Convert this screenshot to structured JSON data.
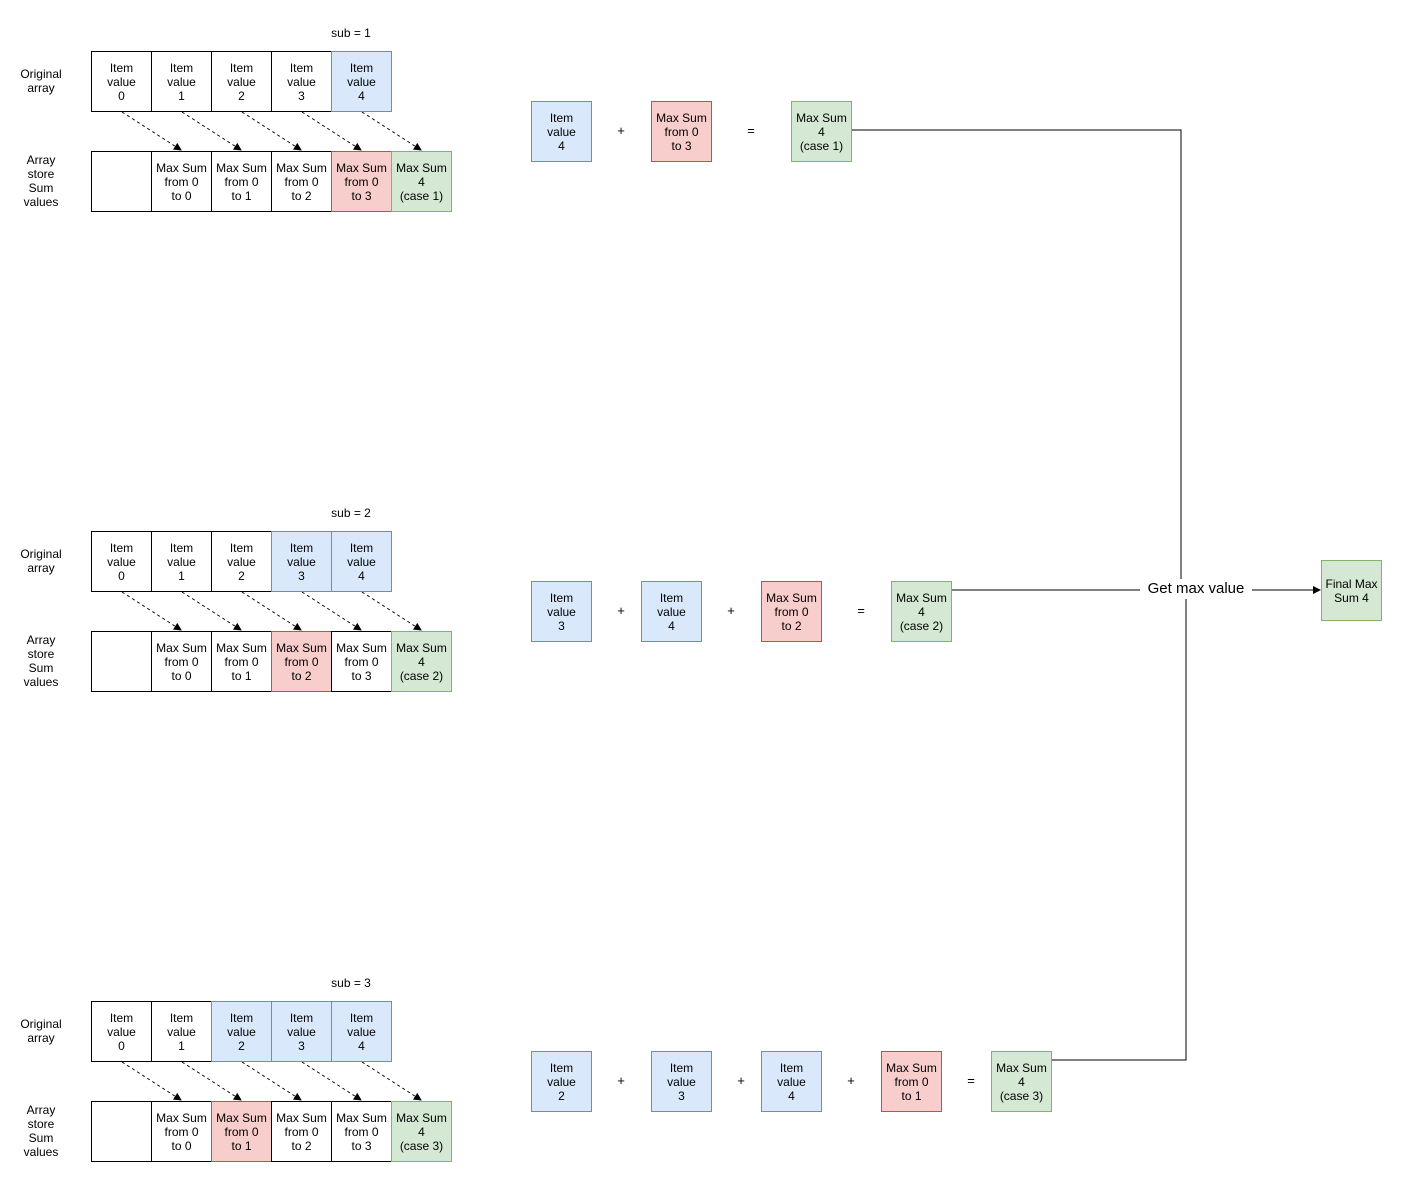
{
  "labels": {
    "original_array": "Original\narray",
    "array_store": "Array\nstore\nSum\nvalues",
    "get_max": "Get max value"
  },
  "sections": [
    {
      "sub_label": "sub = 1",
      "original": [
        {
          "text": "Item\nvalue\n0",
          "color": "white"
        },
        {
          "text": "Item\nvalue\n1",
          "color": "white"
        },
        {
          "text": "Item\nvalue\n2",
          "color": "white"
        },
        {
          "text": "Item\nvalue\n3",
          "color": "white"
        },
        {
          "text": "Item\nvalue\n4",
          "color": "blue"
        }
      ],
      "store": [
        {
          "text": "",
          "color": "white"
        },
        {
          "text": "Max Sum\nfrom 0\nto 0",
          "color": "white"
        },
        {
          "text": "Max Sum\nfrom 0\nto 1",
          "color": "white"
        },
        {
          "text": "Max Sum\nfrom 0\nto 2",
          "color": "white"
        },
        {
          "text": "Max Sum\nfrom 0\nto 3",
          "color": "red"
        },
        {
          "text": "Max Sum\n4\n(case 1)",
          "color": "green"
        }
      ],
      "equation": [
        {
          "type": "cell",
          "text": "Item\nvalue\n4",
          "color": "blue"
        },
        {
          "type": "op",
          "text": "+"
        },
        {
          "type": "cell",
          "text": "Max Sum\nfrom 0\nto 3",
          "color": "red"
        },
        {
          "type": "op",
          "text": "="
        },
        {
          "type": "cell",
          "text": "Max Sum\n4\n(case 1)",
          "color": "green"
        }
      ]
    },
    {
      "sub_label": "sub = 2",
      "original": [
        {
          "text": "Item\nvalue\n0",
          "color": "white"
        },
        {
          "text": "Item\nvalue\n1",
          "color": "white"
        },
        {
          "text": "Item\nvalue\n2",
          "color": "white"
        },
        {
          "text": "Item\nvalue\n3",
          "color": "blue"
        },
        {
          "text": "Item\nvalue\n4",
          "color": "blue"
        }
      ],
      "store": [
        {
          "text": "",
          "color": "white"
        },
        {
          "text": "Max Sum\nfrom 0\nto 0",
          "color": "white"
        },
        {
          "text": "Max Sum\nfrom 0\nto 1",
          "color": "white"
        },
        {
          "text": "Max Sum\nfrom 0\nto 2",
          "color": "red"
        },
        {
          "text": "Max Sum\nfrom 0\nto 3",
          "color": "white"
        },
        {
          "text": "Max Sum\n4\n(case 2)",
          "color": "green"
        }
      ],
      "equation": [
        {
          "type": "cell",
          "text": "Item\nvalue\n3",
          "color": "blue"
        },
        {
          "type": "op",
          "text": "+"
        },
        {
          "type": "cell",
          "text": "Item\nvalue\n4",
          "color": "blue"
        },
        {
          "type": "op",
          "text": "+"
        },
        {
          "type": "cell",
          "text": "Max Sum\nfrom 0\nto 2",
          "color": "red"
        },
        {
          "type": "op",
          "text": "="
        },
        {
          "type": "cell",
          "text": "Max Sum\n4\n(case 2)",
          "color": "green"
        }
      ]
    },
    {
      "sub_label": "sub = 3",
      "original": [
        {
          "text": "Item\nvalue\n0",
          "color": "white"
        },
        {
          "text": "Item\nvalue\n1",
          "color": "white"
        },
        {
          "text": "Item\nvalue\n2",
          "color": "blue"
        },
        {
          "text": "Item\nvalue\n3",
          "color": "blue"
        },
        {
          "text": "Item\nvalue\n4",
          "color": "blue"
        }
      ],
      "store": [
        {
          "text": "",
          "color": "white"
        },
        {
          "text": "Max Sum\nfrom 0\nto 0",
          "color": "white"
        },
        {
          "text": "Max Sum\nfrom 0\nto 1",
          "color": "red"
        },
        {
          "text": "Max Sum\nfrom 0\nto 2",
          "color": "white"
        },
        {
          "text": "Max Sum\nfrom 0\nto 3",
          "color": "white"
        },
        {
          "text": "Max Sum\n4\n(case 3)",
          "color": "green"
        }
      ],
      "equation": [
        {
          "type": "cell",
          "text": "Item\nvalue\n2",
          "color": "blue"
        },
        {
          "type": "op",
          "text": "+"
        },
        {
          "type": "cell",
          "text": "Item\nvalue\n3",
          "color": "blue"
        },
        {
          "type": "op",
          "text": "+"
        },
        {
          "type": "cell",
          "text": "Item\nvalue\n4",
          "color": "blue"
        },
        {
          "type": "op",
          "text": "+"
        },
        {
          "type": "cell",
          "text": "Max Sum\nfrom 0\nto 1",
          "color": "red"
        },
        {
          "type": "op",
          "text": "="
        },
        {
          "type": "cell",
          "text": "Max Sum\n4\n(case 3)",
          "color": "green"
        }
      ]
    }
  ],
  "final": {
    "text": "Final Max\nSum 4",
    "color": "green"
  },
  "colors": {
    "blue_fill": "#dae8fc",
    "blue_stroke": "#6c8ebf",
    "red_fill": "#f8cecc",
    "red_stroke": "#b85450",
    "green_fill": "#d5e8d4",
    "green_stroke": "#82b366"
  }
}
